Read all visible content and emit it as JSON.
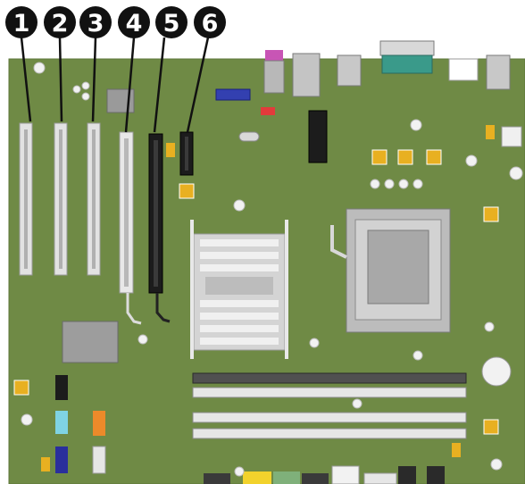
{
  "callouts": [
    {
      "number": "1"
    },
    {
      "number": "2"
    },
    {
      "number": "3"
    },
    {
      "number": "4"
    },
    {
      "number": "5"
    },
    {
      "number": "6"
    }
  ],
  "colors": {
    "board": "#6f8a45",
    "board_edge": "#5d7639",
    "callout_fill": "#111111",
    "pci_slot": "#e2e2e2",
    "pcie_x16_slot": "#1c1c1c",
    "pcie_x1_slot": "#1c1c1c",
    "dimm_slot_dark": "#505050",
    "dimm_slot_light": "#e6e6e6",
    "header_cyan": "#7fd3e3",
    "header_orange": "#ec8a2a",
    "header_blue": "#2a2f9c",
    "header_yellow": "#f2d22c",
    "header_green": "#7fb07a",
    "serial_port": "#3a9a8a",
    "audio_port_pink": "#c855b5",
    "capacitor": "#e8b021",
    "heatsink": "#cfcfcf"
  },
  "icons": {
    "callout_marker": "numbered-callout-icon",
    "mounting_hole": "mounting-hole-icon",
    "capacitor": "capacitor-icon"
  }
}
